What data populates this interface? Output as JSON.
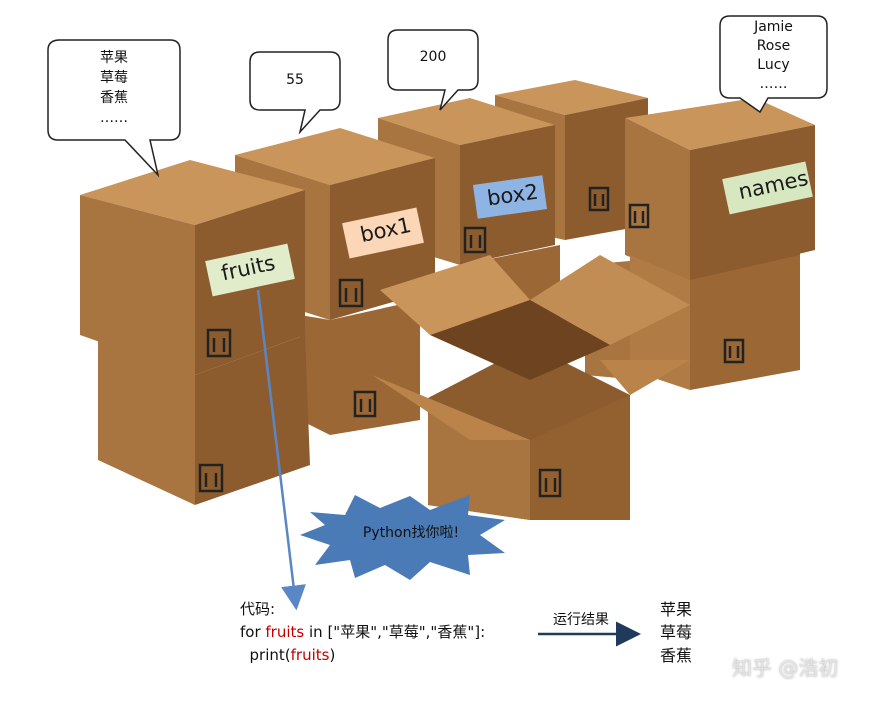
{
  "bubbles": {
    "fruits": [
      "苹果",
      "草莓",
      "香蕉",
      "……"
    ],
    "box1": [
      "55"
    ],
    "box2": [
      "200"
    ],
    "names": [
      "Jamie",
      "Rose",
      "Lucy",
      "……"
    ]
  },
  "labels": {
    "fruits": "fruits",
    "box1": "box1",
    "box2": "box2",
    "names": "names"
  },
  "star_text": "Python找你啦!",
  "code": {
    "heading": "代码:",
    "line1": {
      "kw_for": "for ",
      "var": "fruits",
      "rest": " in [\"苹果\",\"草莓\",\"香蕉\"]:"
    },
    "line2": {
      "indent_call": "  print(",
      "var": "fruits",
      "close": ")"
    }
  },
  "arrow_label": "运行结果",
  "result": [
    "苹果",
    "草莓",
    "香蕉"
  ],
  "watermark": "知乎 @浩初",
  "colors": {
    "box_top": "#c9955a",
    "box_left": "#a87440",
    "box_right": "#8c5c2e",
    "label_fruits": "#e1eccb",
    "label_box1": "#fbd6b7",
    "label_box2": "#8eb4e3",
    "label_names": "#d7e8c0",
    "code_highlight": "#c00000",
    "star": "#4a7bb7",
    "arrow": "#5b86c5"
  }
}
